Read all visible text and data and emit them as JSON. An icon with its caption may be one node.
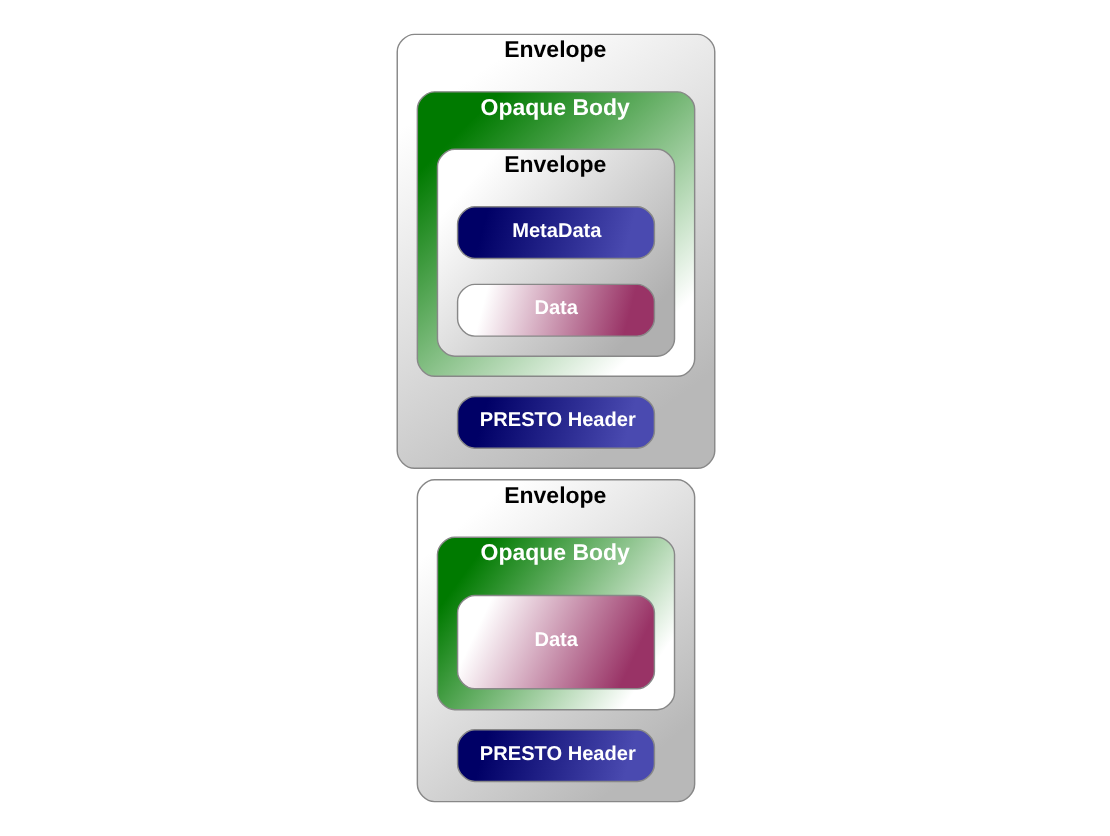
{
  "diagram": {
    "nodes": [
      {
        "text": [
          "Envelope"
        ]
      },
      {
        "text": [
          "PRESTO Header"
        ],
        "in": 0
      },
      {
        "text": [
          "Opaque Body"
        ],
        "in": 0
      },
      {
        "text": [
          "Data"
        ],
        "in": 2
      },
      {
        "text": [
          "Envelope"
        ]
      },
      {
        "text": [
          "PRESTO Header"
        ],
        "in": 4
      },
      {
        "text": [
          "Opaque Body"
        ],
        "in": 4
      },
      {
        "text": [
          "Envelope"
        ],
        "in": 6
      },
      {
        "text": [
          "MetaData"
        ],
        "in": 7
      },
      {
        "text": [
          "Data"
        ],
        "in": 7
      }
    ],
    "edges": []
  }
}
